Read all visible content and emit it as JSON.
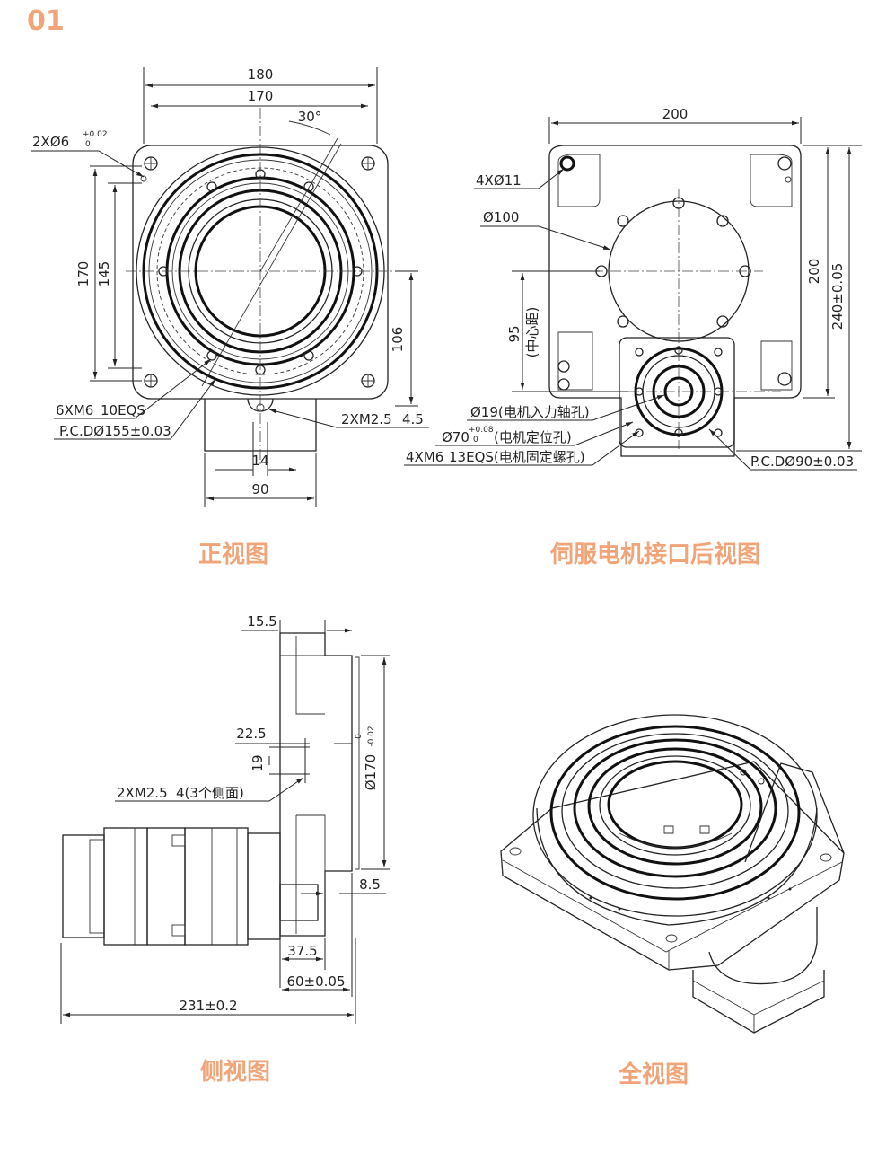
{
  "page_number": "01",
  "accent_color": "#f0a477",
  "captions": {
    "front": "正视图",
    "rear": "伺服电机接口后视图",
    "side": "侧视图",
    "iso": "全视图"
  },
  "front_view": {
    "dim_180": "180",
    "dim_170_top": "170",
    "angle": "30°",
    "hole_spec": "2XØ6",
    "hole_tol_upper": "+0.02",
    "hole_tol_lower": "0",
    "dim_170_left": "170",
    "dim_145": "145",
    "dim_106": "106",
    "thread_spec": "6XM6",
    "thread_depth": "10EQS",
    "pcd": "P.C.DØ155±0.03",
    "side_thread": "2XM2.5",
    "side_thread_depth": "4.5",
    "dim_14": "14",
    "dim_90": "90"
  },
  "rear_view": {
    "dim_200_top": "200",
    "hole_spec": "4XØ11",
    "dia_100": "Ø100",
    "dim_95": "95",
    "dim_95_note": "(中心距)",
    "dim_200_right": "200",
    "dim_240": "240±0.05",
    "shaft_hole": "Ø19(电机入力轴孔)",
    "locate_hole": "Ø70",
    "locate_tol_upper": "+0.08",
    "locate_tol_lower": "0",
    "locate_note": "(电机定位孔)",
    "screw_spec": "4XM6",
    "screw_depth": "13EQS(电机固定螺孔)",
    "pcd": "P.C.DØ90±0.03"
  },
  "side_view": {
    "dim_15_5": "15.5",
    "dim_22_5": "22.5",
    "dim_19": "19",
    "side_thread": "2XM2.5",
    "side_thread_depth": "4(3个侧面)",
    "dia_170": "Ø170",
    "dia_tol_upper": "0",
    "dia_tol_lower": "-0.02",
    "dim_8_5": "8.5",
    "dim_37_5": "37.5",
    "dim_60": "60±0.05",
    "dim_231": "231±0.2"
  }
}
